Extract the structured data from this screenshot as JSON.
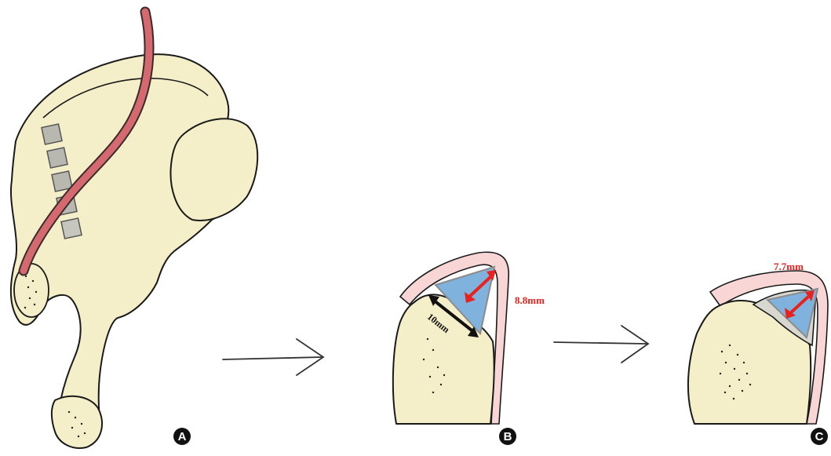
{
  "panels": {
    "a": {
      "label": "A"
    },
    "b": {
      "label": "B",
      "measure_red": "8.8mm",
      "measure_black": "10mm"
    },
    "c": {
      "label": "C",
      "measure_red": "7.7mm"
    }
  },
  "colors": {
    "bone": "#f4efc8",
    "muscle": "#d46a70",
    "graft": "#7fb3de",
    "arrow_red": "#e8221e",
    "capsule": "#f8d6d6"
  }
}
